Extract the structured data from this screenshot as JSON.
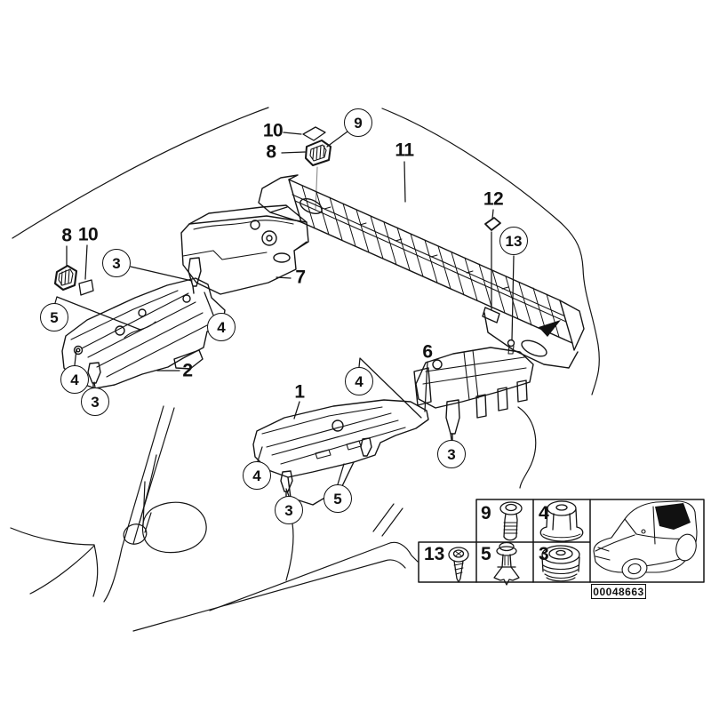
{
  "diagram_title": "trunk-trim-panel-exploded-parts-diagram",
  "callouts": {
    "plain": [
      {
        "text": "10"
      },
      {
        "text": "8"
      },
      {
        "text": "11"
      },
      {
        "text": "12"
      },
      {
        "text": "8"
      },
      {
        "text": "10"
      },
      {
        "text": "7"
      },
      {
        "text": "2"
      },
      {
        "text": "1"
      },
      {
        "text": "6"
      }
    ],
    "circled": [
      {
        "text": "9"
      },
      {
        "text": "13"
      },
      {
        "text": "3"
      },
      {
        "text": "5"
      },
      {
        "text": "4"
      },
      {
        "text": "4"
      },
      {
        "text": "3"
      },
      {
        "text": "4"
      },
      {
        "text": "4"
      },
      {
        "text": "3"
      },
      {
        "text": "5"
      },
      {
        "text": "3"
      }
    ]
  },
  "legend": {
    "items": [
      {
        "ref": "9",
        "fastener": "torx-machine-screw"
      },
      {
        "ref": "4",
        "fastener": "expanding-nut"
      },
      {
        "ref": "13",
        "fastener": "self-tapping-screw"
      },
      {
        "ref": "5",
        "fastener": "expansion-rivet-clip"
      },
      {
        "ref": "3",
        "fastener": "blind-plug-grommet"
      }
    ],
    "part_code": "00048663",
    "thumbnail": "suv-rear-trim-location"
  },
  "colors": {
    "line": "#151515",
    "background": "#ffffff",
    "highlight_fill": "#111111"
  }
}
